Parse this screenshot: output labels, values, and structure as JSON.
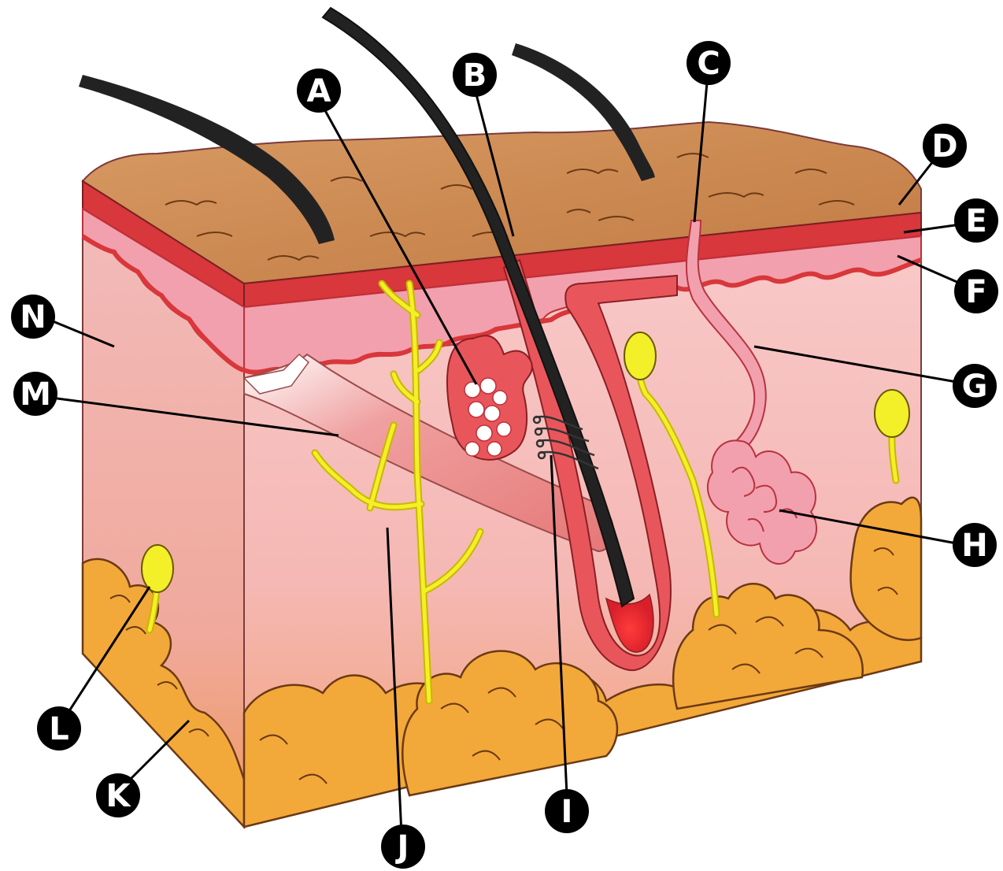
{
  "callouts": {
    "A": "A",
    "B": "B",
    "C": "C",
    "D": "D",
    "E": "E",
    "F": "F",
    "G": "G",
    "H": "H",
    "I": "I",
    "J": "J",
    "K": "K",
    "L": "L",
    "M": "M",
    "N": "N"
  },
  "colors": {
    "surface": "#c9854f",
    "epidermis": "#d8373b",
    "papillary": "#f2a0ad",
    "dermis": "#f6c2c2",
    "fat": "#f3a83a",
    "nerve": "#f3ef29",
    "hair": "#222222",
    "callout": "#000000",
    "leader": "#000000"
  }
}
